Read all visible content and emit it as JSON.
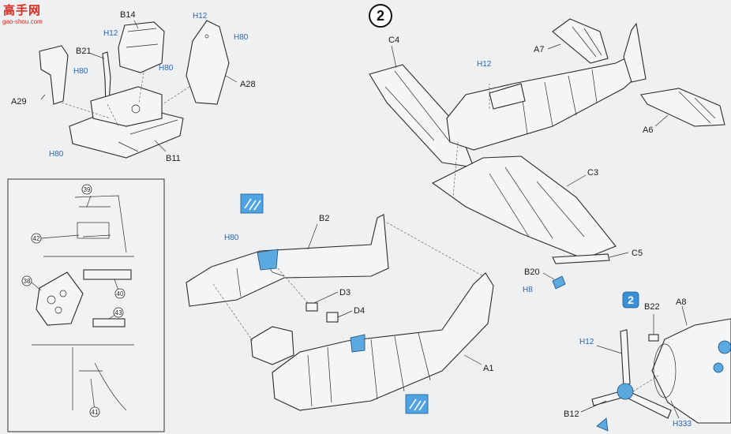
{
  "watermark": {
    "logo_text": "高手网",
    "url": "gao-shou.com"
  },
  "step": {
    "number": "2"
  },
  "part_labels": {
    "b14": "B14",
    "b21": "B21",
    "a29": "A29",
    "a28": "A28",
    "b11": "B11",
    "c4": "C4",
    "a7": "A7",
    "a6": "A6",
    "c3": "C3",
    "c5": "C5",
    "b20": "B20",
    "b2": "B2",
    "d3": "D3",
    "d4": "D4",
    "a1": "A1",
    "a8": "A8",
    "b22": "B22",
    "b12": "B12"
  },
  "paint_codes": {
    "h12": "H12",
    "h80": "H80",
    "h8": "H8",
    "h333": "H333"
  },
  "inset_callouts": {
    "n39": "39",
    "n42": "42",
    "n38": "38",
    "n40": "40",
    "n43": "43",
    "n41": "41"
  },
  "sub_step": {
    "number": "2"
  },
  "colors": {
    "paint_highlight": "#5aa9e0",
    "paint_code": "#2a63b8",
    "watermark": "#e0281d"
  }
}
